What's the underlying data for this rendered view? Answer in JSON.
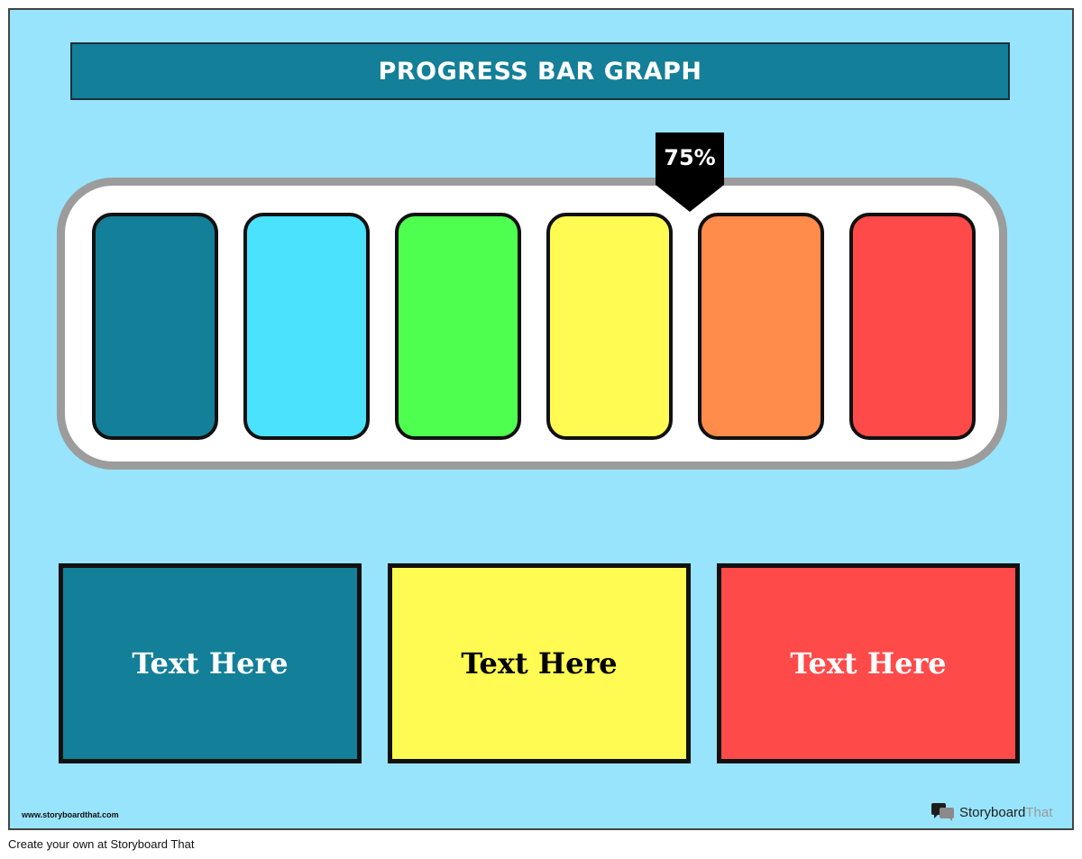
{
  "title": "PROGRESS BAR GRAPH",
  "progress": {
    "label": "75%",
    "value": 75,
    "segment_colors": [
      "#137f98",
      "#4ae2fc",
      "#4fff4f",
      "#fffb52",
      "#ff8c4a",
      "#ff4a4a"
    ]
  },
  "cards": [
    {
      "text": "Text Here",
      "bg": "#137f98",
      "color": "#ffffff"
    },
    {
      "text": "Text Here",
      "bg": "#fffb52",
      "color": "#000000"
    },
    {
      "text": "Text Here",
      "bg": "#ff4a4a",
      "color": "#ffffff"
    }
  ],
  "footer": {
    "url": "www.storyboardthat.com",
    "brand_part1": "Storyboard",
    "brand_part2": "That",
    "logo_icon": "speech-bubbles-icon"
  },
  "caption": "Create your own at Storyboard That"
}
